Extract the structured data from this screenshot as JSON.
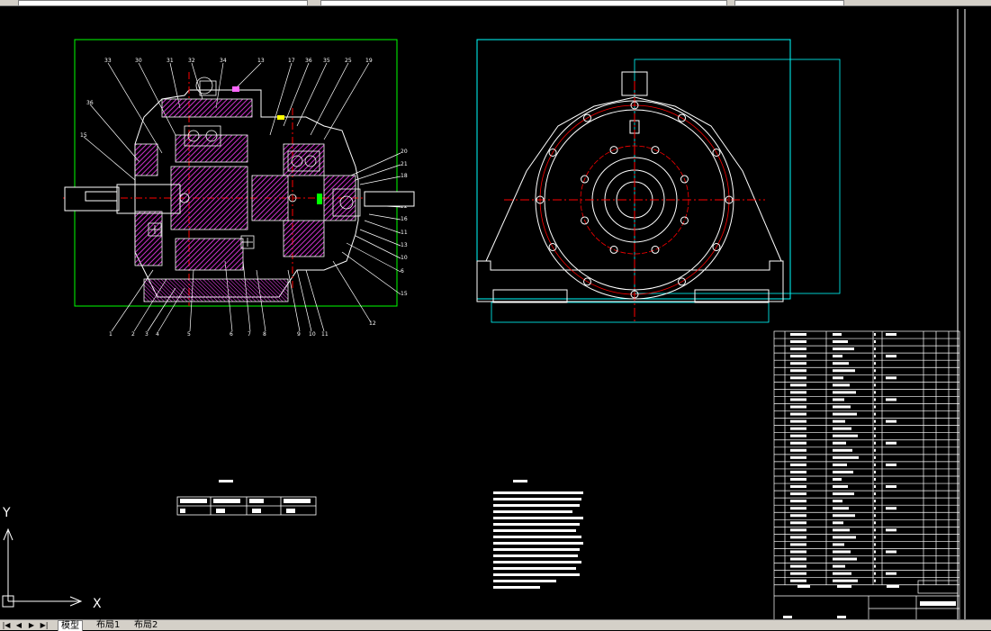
{
  "tabs": [
    {
      "label": "模型"
    },
    {
      "label": "布局1"
    },
    {
      "label": "布局2"
    }
  ],
  "ucs": {
    "x_label": "X",
    "y_label": "Y"
  },
  "colors": {
    "outline": "#00ff00",
    "cyan": "#00ffff",
    "magenta": "#ff00ff",
    "red": "#ff0000",
    "white": "#ffffff",
    "pink": "#ff66ff"
  },
  "callouts_left_top": [
    "33",
    "30",
    "31",
    "32",
    "34",
    "13",
    "17",
    "36",
    "35",
    "25",
    "19"
  ],
  "callouts_left_side": [
    "36",
    "15"
  ],
  "callouts_right": [
    "20",
    "21",
    "18",
    "22",
    "16",
    "11",
    "13",
    "10",
    "6",
    "15",
    "12"
  ],
  "callouts_bottom": [
    "1",
    "2",
    "3",
    "4",
    "5",
    "6",
    "7",
    "8",
    "9",
    "10",
    "11"
  ],
  "icons": [
    "ucs-icon",
    "nav-first-icon",
    "nav-prev-icon",
    "nav-next-icon",
    "nav-last-icon"
  ]
}
